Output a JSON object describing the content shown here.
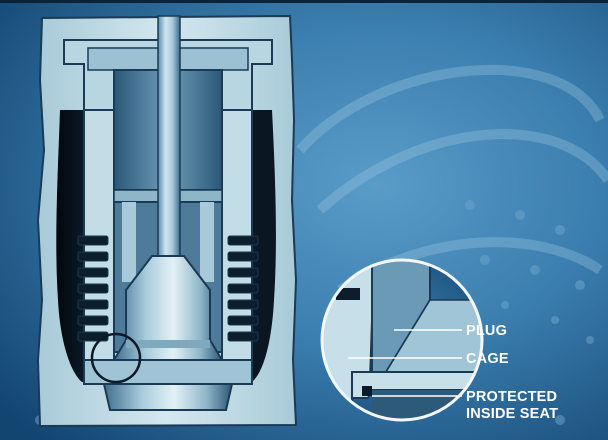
{
  "labels": {
    "plug": "PLUG",
    "cage": "CAGE",
    "seat_line1": "PROTECTED",
    "seat_line2": "INSIDE SEAT"
  },
  "colors": {
    "background_dark": "#164a74",
    "background_light": "#3f86b4",
    "steel_light": "#c9e1ea",
    "steel_mid": "#8db6c9",
    "steel_dark": "#2f5c7a",
    "cavity_black": "#070d14",
    "outline": "#10263a",
    "label_text": "#ffffff"
  }
}
